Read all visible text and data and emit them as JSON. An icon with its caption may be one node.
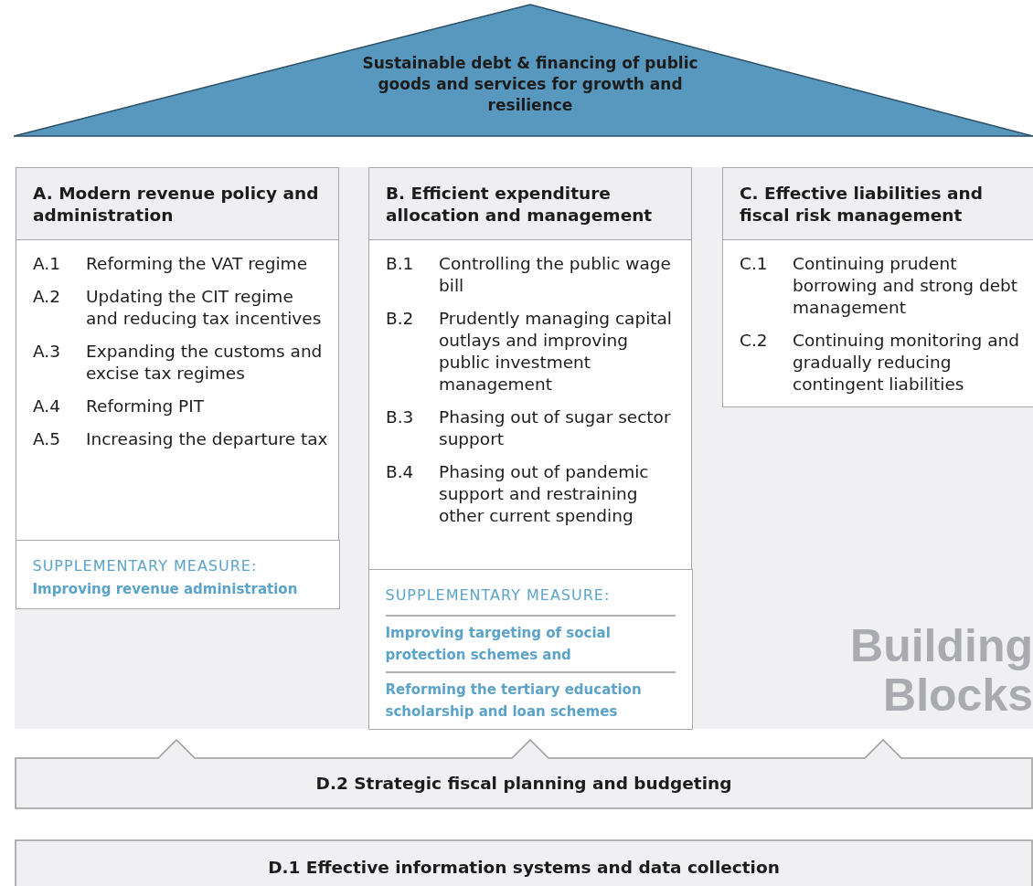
{
  "diagram": {
    "nodes": [
      {
        "text": [
          "Sustainable debt & financing of public goods and services for growth and resilience"
        ]
      },
      {
        "text": [
          "A. Modern revenue policy and administration",
          "A.1 Reforming the VAT regime",
          "A.2 Updating the CIT regime and reducing tax incentives",
          "A.3 Expanding the customs and excise tax regimes",
          "A.4 Reforming PIT",
          "A.5 Increasing the departure tax"
        ]
      },
      {
        "text": [
          "SUPPLEMENTARY MEASURE:",
          "Improving revenue administration"
        ],
        "in": 1
      },
      {
        "text": [
          "B. Efficient expenditure allocation and management",
          "B.1 Controlling the public wage bill",
          "B.2 Prudently managing capital outlays and improving public investment management",
          "B.3 Phasing out of sugar sector support",
          "B.4 Phasing out of pandemic support and restraining other current spending"
        ]
      },
      {
        "text": [
          "SUPPLEMENTARY MEASURE:",
          "Improving targeting of social protection schemes and",
          "Reforming the tertiary education scholarship and loan schemes"
        ],
        "in": 3
      },
      {
        "text": [
          "C. Effective liabilities and fiscal risk management",
          "C.1 Continuing prudent borrowing and strong debt management",
          "C.2 Continuing monitoring and gradually reducing contingent liabilities"
        ]
      },
      {
        "text": [
          "D.2 Strategic fiscal planning and budgeting"
        ]
      },
      {
        "text": [
          "D.1 Effective information systems and data collection"
        ]
      }
    ],
    "edges": [],
    "labels": [
      "Building Blocks"
    ]
  }
}
